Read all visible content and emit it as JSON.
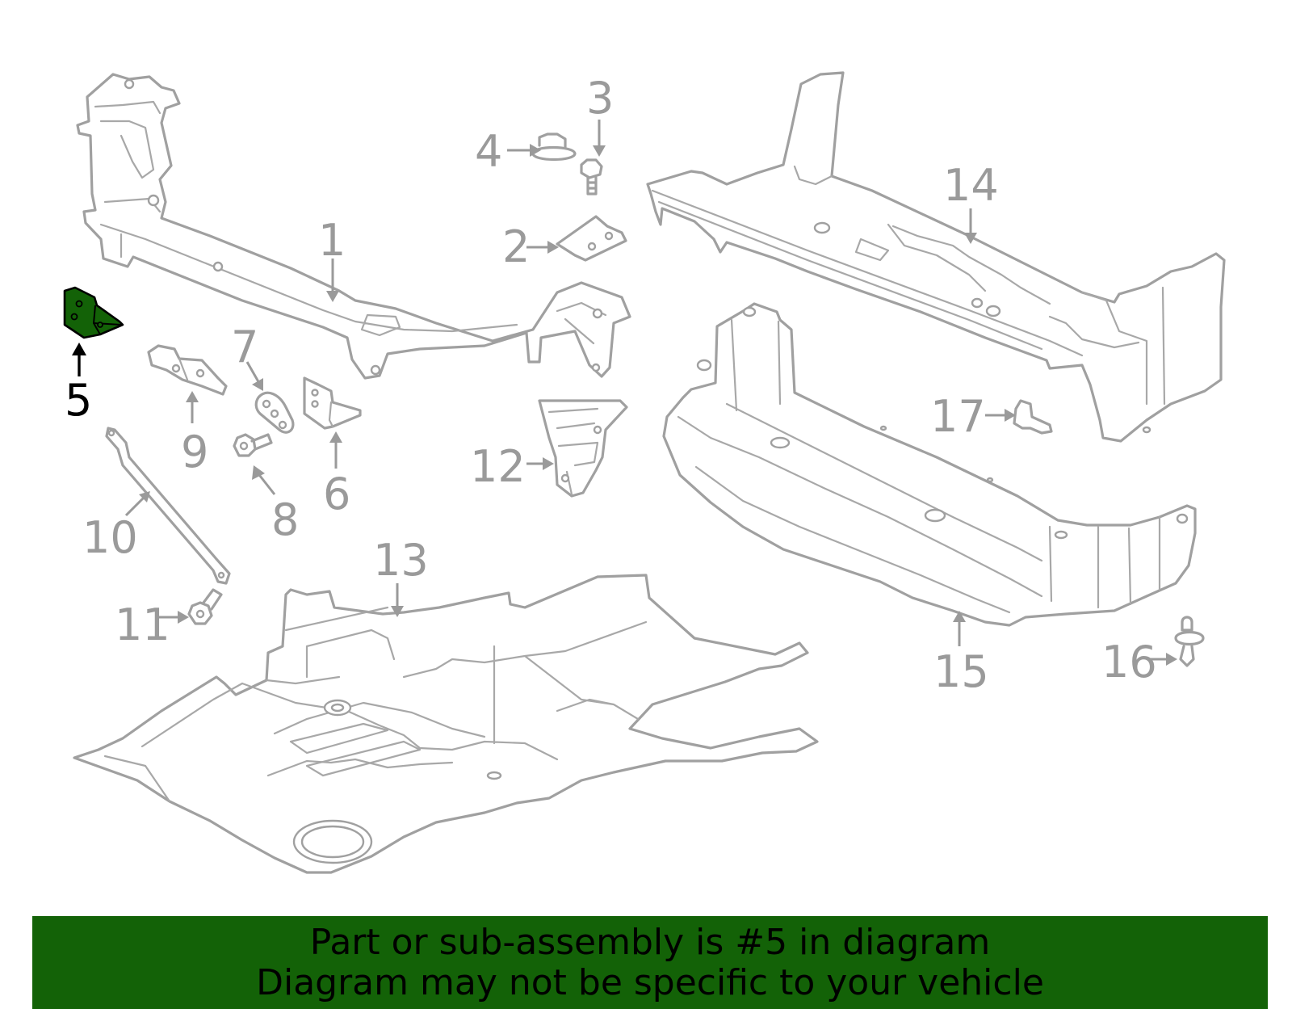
{
  "diagram": {
    "highlight_color": "#136207",
    "line_color": "#a0a0a0",
    "highlighted_part": "5",
    "callouts": [
      {
        "id": "1",
        "label": "1"
      },
      {
        "id": "2",
        "label": "2"
      },
      {
        "id": "3",
        "label": "3"
      },
      {
        "id": "4",
        "label": "4"
      },
      {
        "id": "5",
        "label": "5"
      },
      {
        "id": "6",
        "label": "6"
      },
      {
        "id": "7",
        "label": "7"
      },
      {
        "id": "8",
        "label": "8"
      },
      {
        "id": "9",
        "label": "9"
      },
      {
        "id": "10",
        "label": "10"
      },
      {
        "id": "11",
        "label": "11"
      },
      {
        "id": "12",
        "label": "12"
      },
      {
        "id": "13",
        "label": "13"
      },
      {
        "id": "14",
        "label": "14"
      },
      {
        "id": "15",
        "label": "15"
      },
      {
        "id": "16",
        "label": "16"
      },
      {
        "id": "17",
        "label": "17"
      }
    ]
  },
  "banner": {
    "line1": "Part or sub-assembly is #5 in diagram",
    "line2": "Diagram may not be specific to your vehicle",
    "background": "#136207"
  }
}
